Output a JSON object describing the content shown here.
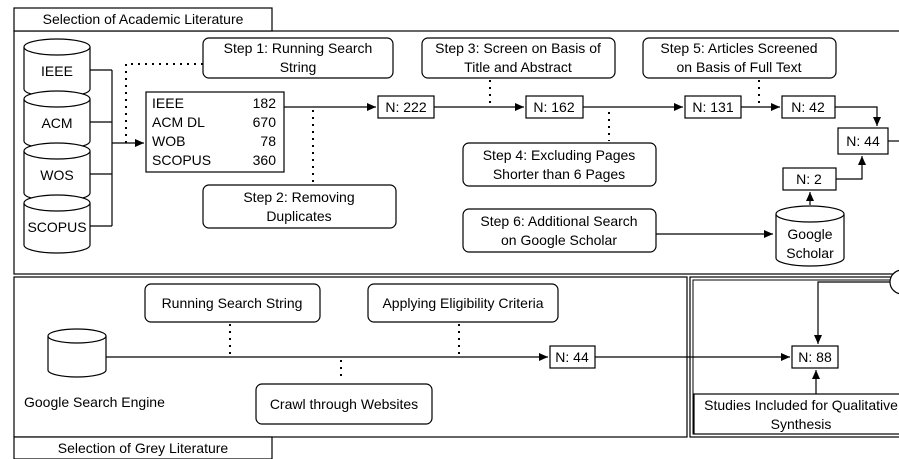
{
  "sections": {
    "academic_title": "Selection of Academic Literature",
    "grey_title": "Selection of Grey Literature"
  },
  "databases": [
    "IEEE",
    "ACM",
    "WOS",
    "SCOPUS"
  ],
  "counts_table": [
    {
      "name": "IEEE",
      "value": "182"
    },
    {
      "name": "ACM DL",
      "value": "670"
    },
    {
      "name": "WOB",
      "value": "78"
    },
    {
      "name": "SCOPUS",
      "value": "360"
    }
  ],
  "steps": {
    "step1": [
      "Step 1: Running Search",
      "String"
    ],
    "step2": [
      "Step 2: Removing",
      "Duplicates"
    ],
    "step3": [
      "Step 3: Screen on Basis of",
      "Title and Abstract"
    ],
    "step4": [
      "Step 4: Excluding Pages",
      "Shorter than 6 Pages"
    ],
    "step5": [
      "Step 5: Articles Screened",
      "on Basis of Full Text"
    ],
    "step6": [
      "Step 6: Additional Search",
      "on Google Scholar"
    ]
  },
  "counts": {
    "n222": "N: 222",
    "n162": "N: 162",
    "n131": "N: 131",
    "n42": "N: 42",
    "n44_academic": "N: 44",
    "n2": "N: 2",
    "n44_grey": "N: 44",
    "n88": "N: 88"
  },
  "google_scholar": [
    "Google",
    "Scholar"
  ],
  "grey": {
    "search_string": "Running Search String",
    "eligibility": "Applying Eligibility Criteria",
    "crawl": "Crawl through Websites",
    "engine_label": "Google Search Engine"
  },
  "final": [
    "Studies Included for Qualitative",
    "Synthesis"
  ]
}
